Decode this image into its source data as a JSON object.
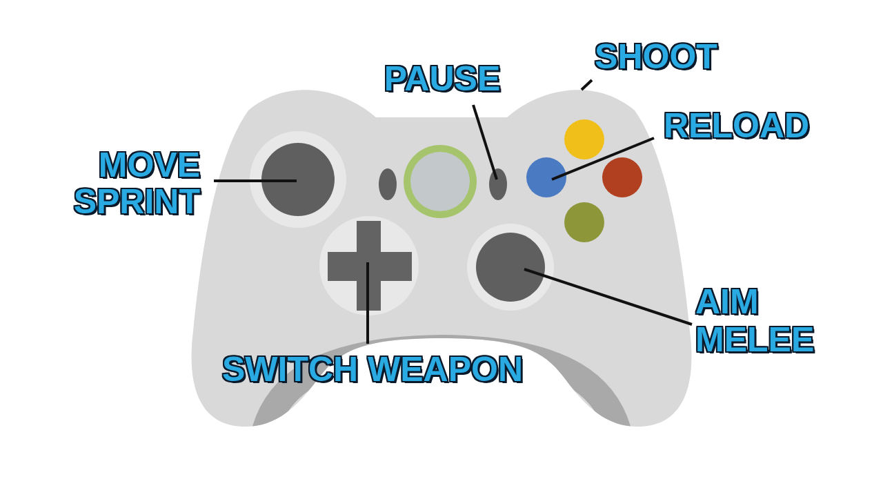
{
  "diagram": {
    "labels": [
      "SHOOT",
      "PAUSE",
      "RELOAD",
      "MOVE",
      "SPRINT",
      "AIM",
      "MELEE",
      "SWITCH WEAPON"
    ]
  }
}
